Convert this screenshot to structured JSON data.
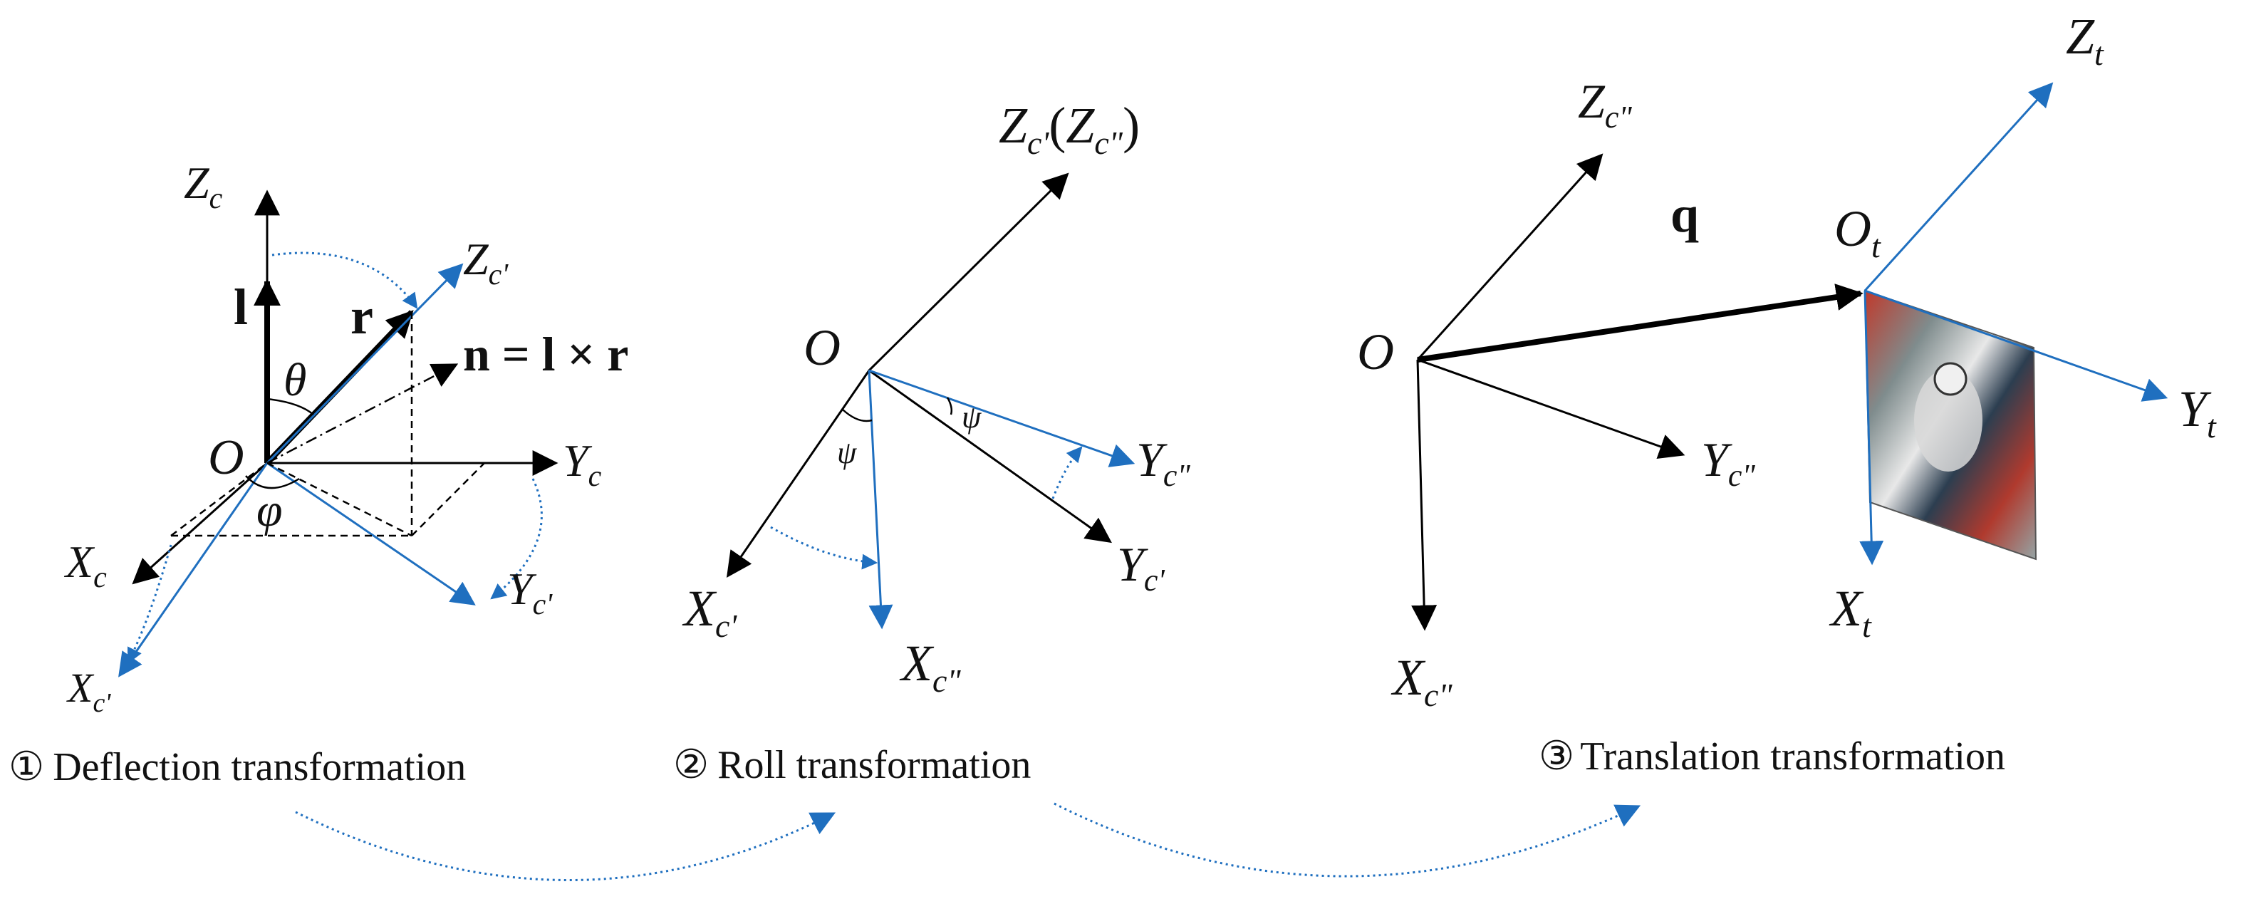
{
  "panel1": {
    "zc": "Z",
    "zc_sub": "c",
    "zc1": "Z",
    "zc1_sub": "c'",
    "yc": "Y",
    "yc_sub": "c",
    "yc1": "Y",
    "yc1_sub": "c'",
    "xc": "X",
    "xc_sub": "c",
    "xc1": "X",
    "xc1_sub": "c'",
    "origin": "O",
    "l": "l",
    "r": "r",
    "n_eq": "n = l × r",
    "theta": "θ",
    "phi": "φ",
    "caption_num": "①",
    "caption": "Deflection transformation"
  },
  "panel2": {
    "z": "Z",
    "z_sub": "c'",
    "z_paren_open": "(",
    "z2": "Z",
    "z2_sub": "c\"",
    "z_paren_close": ")",
    "origin": "O",
    "psi1": "ψ",
    "psi2": "ψ",
    "yc2": "Y",
    "yc2_sub": "c\"",
    "yc1": "Y",
    "yc1_sub": "c'",
    "xc1": "X",
    "xc1_sub": "c'",
    "xc2": "X",
    "xc2_sub": "c\"",
    "caption_num": "②",
    "caption": "Roll transformation"
  },
  "panel3": {
    "zc2": "Z",
    "zc2_sub": "c\"",
    "q": "q",
    "origin": "O",
    "ot": "O",
    "ot_sub": "t",
    "zt": "Z",
    "zt_sub": "t",
    "yt": "Y",
    "yt_sub": "t",
    "xt": "X",
    "xt_sub": "t",
    "yc2": "Y",
    "yc2_sub": "c\"",
    "xc2": "X",
    "xc2_sub": "c\"",
    "caption_num": "③",
    "caption": "Translation transformation"
  },
  "colors": {
    "blue": "#1f6fbf",
    "black": "#000000"
  }
}
